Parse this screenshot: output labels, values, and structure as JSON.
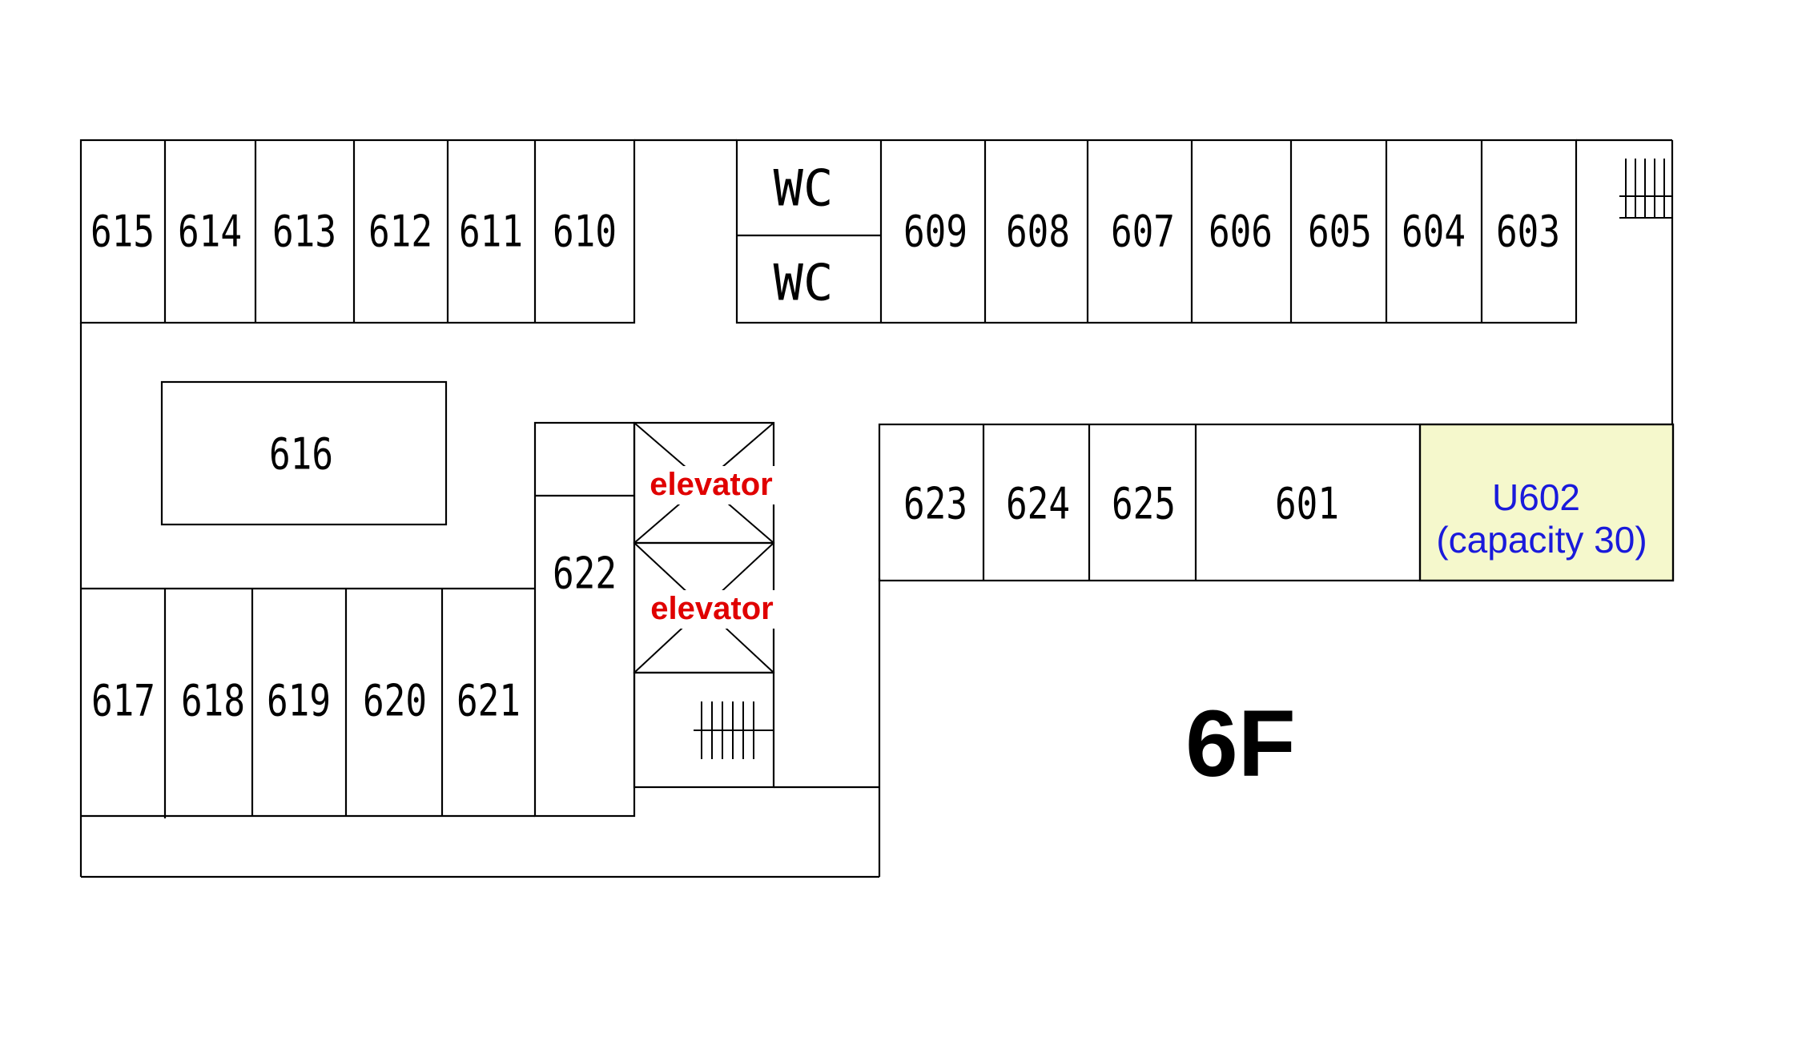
{
  "floor_label": "6F",
  "colors": {
    "highlight_fill": "#f5f8cc",
    "highlight_text": "#1a1adb",
    "elevator_text": "#e00000"
  },
  "rooms": {
    "r615": "615",
    "r614": "614",
    "r613": "613",
    "r612": "612",
    "r611": "611",
    "r610": "610",
    "wc_upper": "WC",
    "wc_lower": "WC",
    "r609": "609",
    "r608": "608",
    "r607": "607",
    "r606": "606",
    "r605": "605",
    "r604": "604",
    "r603": "603",
    "r616": "616",
    "r622": "622",
    "r623": "623",
    "r624": "624",
    "r625": "625",
    "r601": "601",
    "r617": "617",
    "r618": "618",
    "r619": "619",
    "r620": "620",
    "r621": "621"
  },
  "elevators": [
    "elevator",
    "elevator"
  ],
  "highlighted_room": {
    "name": "U602",
    "capacity_text": "(capacity 30)"
  }
}
